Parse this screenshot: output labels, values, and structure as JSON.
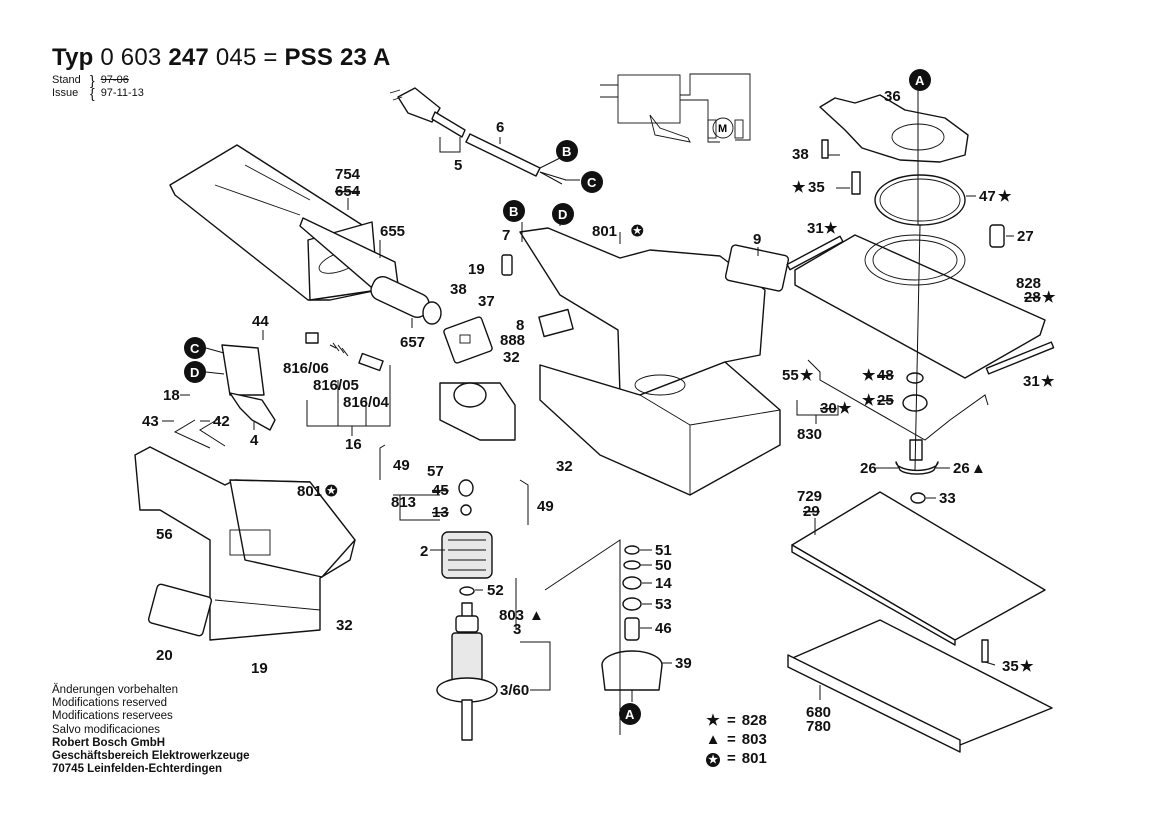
{
  "header": {
    "typ_label": "Typ",
    "part_no_a": "0 603",
    "part_no_b": "247",
    "part_no_c": "045",
    "equals": "=",
    "model": "PSS 23 A",
    "stand_label": "Stand",
    "issue_label": "Issue",
    "stand_old": "97-06",
    "issue_date": "97-11-13"
  },
  "footer": {
    "lines": [
      "Änderungen vorbehalten",
      "Modifications reserved",
      "Modifications reservees",
      "Salvo modificaciones"
    ],
    "company": "Robert Bosch GmbH",
    "division": "Geschäftsbereich Elektrowerkzeuge",
    "address": "70745 Leinfelden-Echterdingen"
  },
  "legend": [
    {
      "symbol": "star",
      "glyph": "★",
      "equals": "=",
      "value": "828"
    },
    {
      "symbol": "triangle",
      "glyph": "▲",
      "equals": "=",
      "value": "803"
    },
    {
      "symbol": "circled-star",
      "glyph": "✪",
      "equals": "=",
      "value": "801"
    }
  ],
  "callouts": {
    "A_top": "A",
    "A_bottom": "A",
    "B_cord": "B",
    "B_handle": "B",
    "C_cord": "C",
    "C_switch": "C",
    "D_cord": "D",
    "D_switch": "D"
  },
  "parts": {
    "p754": "754",
    "p654": "654",
    "p655": "655",
    "p657": "657",
    "p5": "5",
    "p6": "6",
    "p7": "7",
    "p19a": "19",
    "p38a": "38",
    "p37": "37",
    "p888": "888",
    "p8": "8",
    "p32a": "32",
    "p801a": "801",
    "p9": "9",
    "p44": "44",
    "p18": "18",
    "p43": "43",
    "p42": "42",
    "p4": "4",
    "p816_06": "816/06",
    "p816_05": "816/05",
    "p816_04": "816/04",
    "p16": "16",
    "p49a": "49",
    "p57": "57",
    "p49b": "49",
    "p32b": "32",
    "p813": "813",
    "p45": "45",
    "p13": "13",
    "p2": "2",
    "p52": "52",
    "p803": "803",
    "p3": "3",
    "p3_60": "3/60",
    "p801b": "801",
    "p56": "56",
    "p20": "20",
    "p19b": "19",
    "p32c": "32",
    "p51": "51",
    "p50": "50",
    "p14": "14",
    "p53": "53",
    "p46": "46",
    "p39": "39",
    "p36": "36",
    "p38b": "38",
    "p35a": "35",
    "p47": "47",
    "p31a": "31",
    "p27": "27",
    "p828": "828",
    "p28": "28",
    "p31b": "31",
    "p55": "55",
    "p48": "48",
    "p25": "25",
    "p30": "30",
    "p830": "830",
    "p26a": "26",
    "p26b": "26",
    "p33": "33",
    "p729": "729",
    "p29": "29",
    "p35b": "35",
    "p680": "680",
    "p780": "780"
  },
  "marks": {
    "star": "★",
    "triangle": "▲",
    "circled_star": "✪"
  },
  "schematic": {
    "motor_label": "M"
  }
}
